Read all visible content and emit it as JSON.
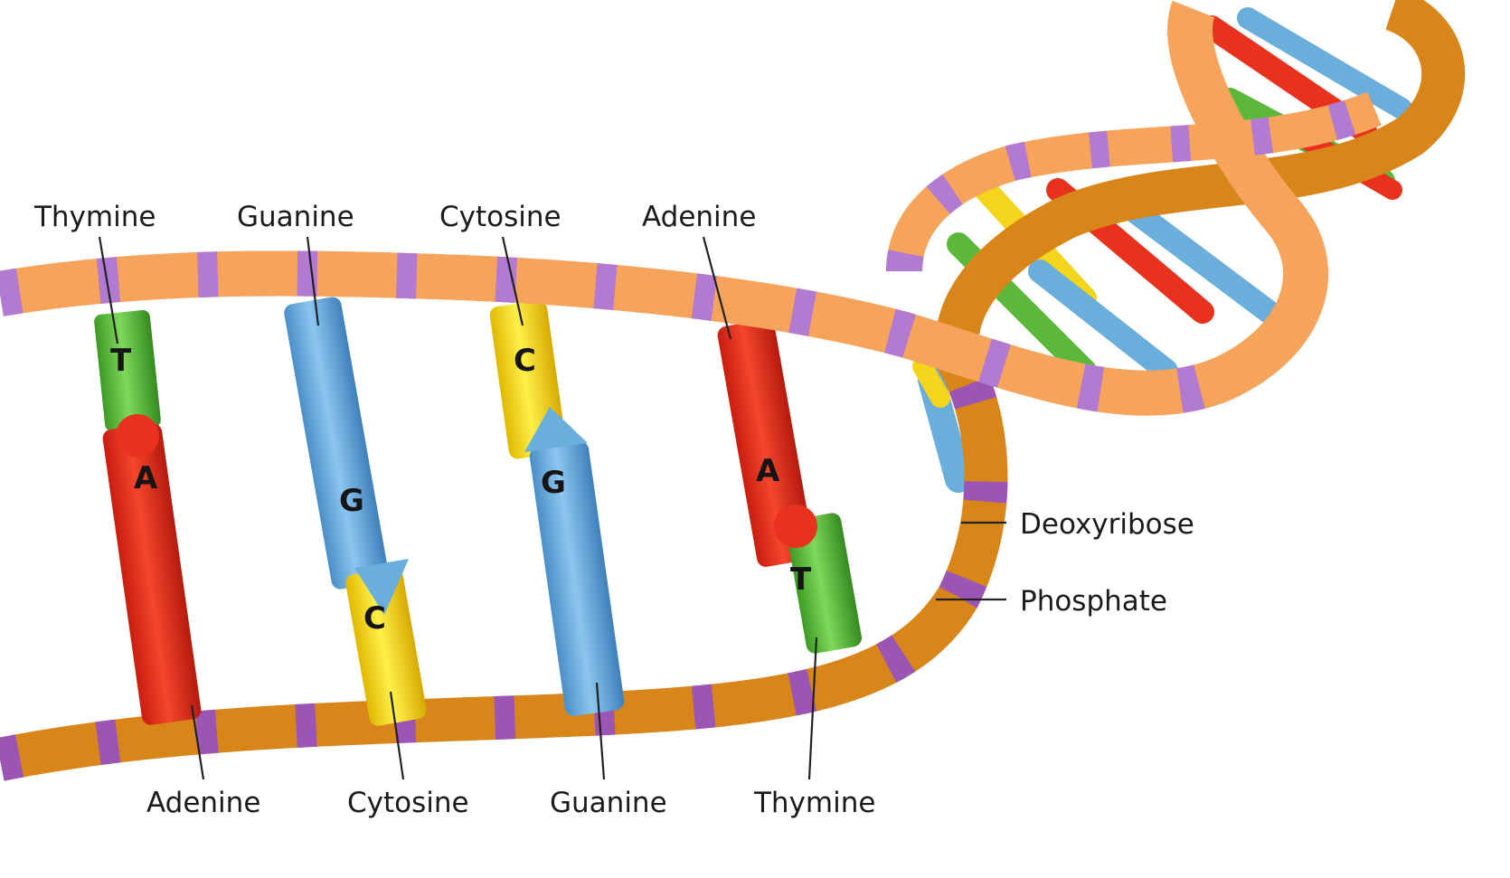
{
  "top_labels": [
    "Thymine",
    "Guanine",
    "Cytosine",
    "Adenine"
  ],
  "bottom_labels": [
    "Adenine",
    "Cytosine",
    "Guanine",
    "Thymine"
  ],
  "side_labels": {
    "sugar": "Deoxyribose",
    "phosphate": "Phosphate"
  },
  "pairs": [
    {
      "top": "T",
      "bottom": "A"
    },
    {
      "top": "G",
      "bottom": "C"
    },
    {
      "top": "C",
      "bottom": "G"
    },
    {
      "top": "A",
      "bottom": "T"
    }
  ],
  "colors": {
    "adenine": "#e8321e",
    "thymine": "#5cb83a",
    "guanine": "#6aaedc",
    "cytosine": "#f5d51c",
    "deoxyribose": "#f39a4a",
    "phosphate": "#9b55b5"
  }
}
